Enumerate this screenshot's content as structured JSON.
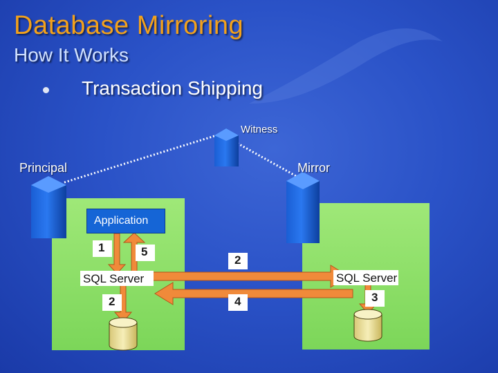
{
  "header": {
    "title": "Database Mirroring",
    "subtitle": "How It Works",
    "bullet": "Transaction Shipping"
  },
  "diagram": {
    "witness_label": "Witness",
    "principal_label": "Principal",
    "mirror_label": "Mirror",
    "application_label": "Application",
    "sql_server_left": "SQL Server",
    "sql_server_right": "SQL Server",
    "steps": {
      "app_to_sql": "1",
      "sql_to_app": "5",
      "send_to_mirror": "2",
      "write_log_principal": "2",
      "write_log_mirror": "3",
      "ack_to_principal": "4"
    }
  },
  "colors": {
    "background": "#2a52c7",
    "title": "#f2a11c",
    "subtitle": "#cfe0ff",
    "panel": "#8fe06a",
    "arrow": "#f08a3a",
    "server": "#1565d6",
    "disk": "#f0e6a0"
  }
}
